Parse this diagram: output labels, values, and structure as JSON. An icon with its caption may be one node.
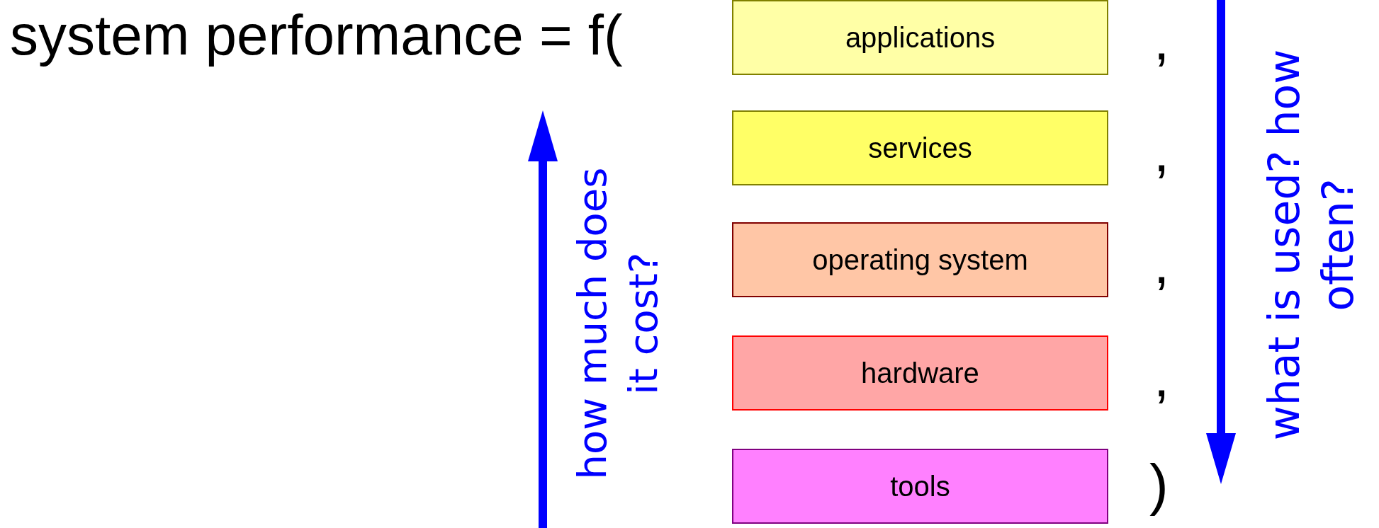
{
  "diagram": {
    "title": "system performance = f(",
    "nodes": [
      {
        "text": [
          "applications"
        ]
      },
      {
        "text": [
          "services"
        ]
      },
      {
        "text": [
          "operating system"
        ]
      },
      {
        "text": [
          "hardware"
        ]
      },
      {
        "text": [
          "tools"
        ]
      }
    ],
    "labels": [
      ",",
      ",",
      ",",
      ",",
      ")",
      "how much does it cost?",
      "what is used? how often?"
    ]
  }
}
